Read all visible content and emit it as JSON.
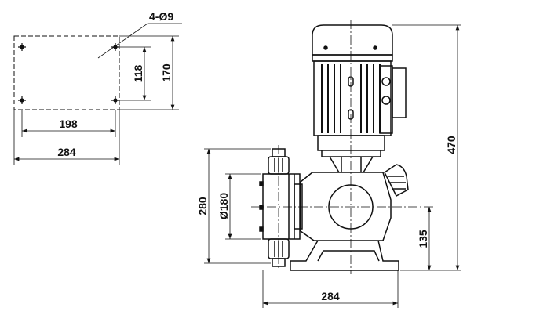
{
  "plan_view": {
    "hole_label": "4-Ø9",
    "dim_hole_vertical": "118",
    "dim_plate_vertical": "170",
    "dim_hole_horizontal": "198",
    "dim_plate_horizontal": "284"
  },
  "front_view": {
    "dim_inlet_outlet_height": "280",
    "dim_head_diameter": "Ø180",
    "dim_axis_height": "135",
    "dim_total_height": "470",
    "dim_base_width": "284"
  },
  "colors": {
    "line": "#111111",
    "background": "#ffffff"
  }
}
